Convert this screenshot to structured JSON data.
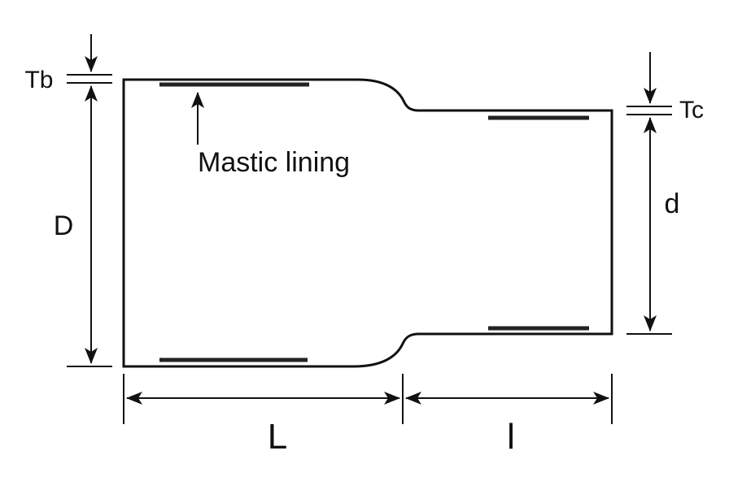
{
  "labels": {
    "tb": "Tb",
    "tc": "Tc",
    "big_d": "D",
    "small_d": "d",
    "big_l": "L",
    "small_l": "l",
    "mastic": "Mastic lining"
  },
  "colors": {
    "line": "#111111",
    "lining": "#222222",
    "background": "#ffffff"
  }
}
